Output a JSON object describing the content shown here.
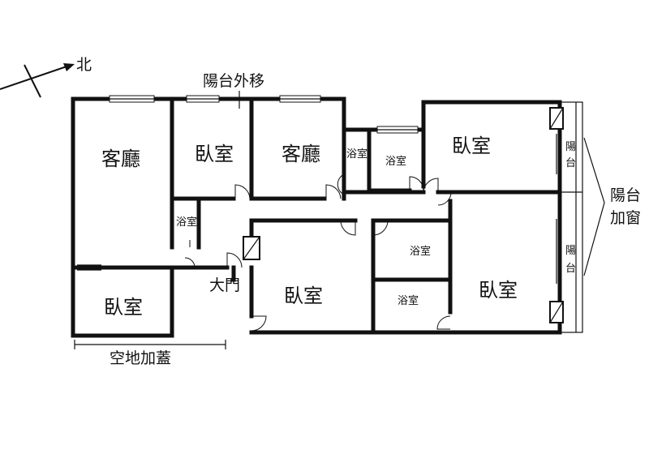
{
  "compass": {
    "north_label": "北"
  },
  "annotations": {
    "balcony_moved": "陽台外移",
    "balcony_window": [
      "陽台",
      "加窗"
    ],
    "main_door": "大門",
    "open_space_addition": "空地加蓋"
  },
  "rooms": {
    "living_room_1": "客廳",
    "bedroom_1": "臥室",
    "living_room_2": "客廳",
    "bath_small_top": "浴室",
    "bath_top": "浴室",
    "bedroom_top_right": "臥室",
    "balcony_top": [
      "陽",
      "台"
    ],
    "bath_left": "浴室",
    "bedroom_bottom_left": "臥室",
    "bedroom_center": "臥室",
    "bath_center_top": "浴室",
    "bath_center_bottom": "浴室",
    "bedroom_bottom_right": "臥室",
    "balcony_bottom": [
      "陽",
      "台"
    ]
  }
}
